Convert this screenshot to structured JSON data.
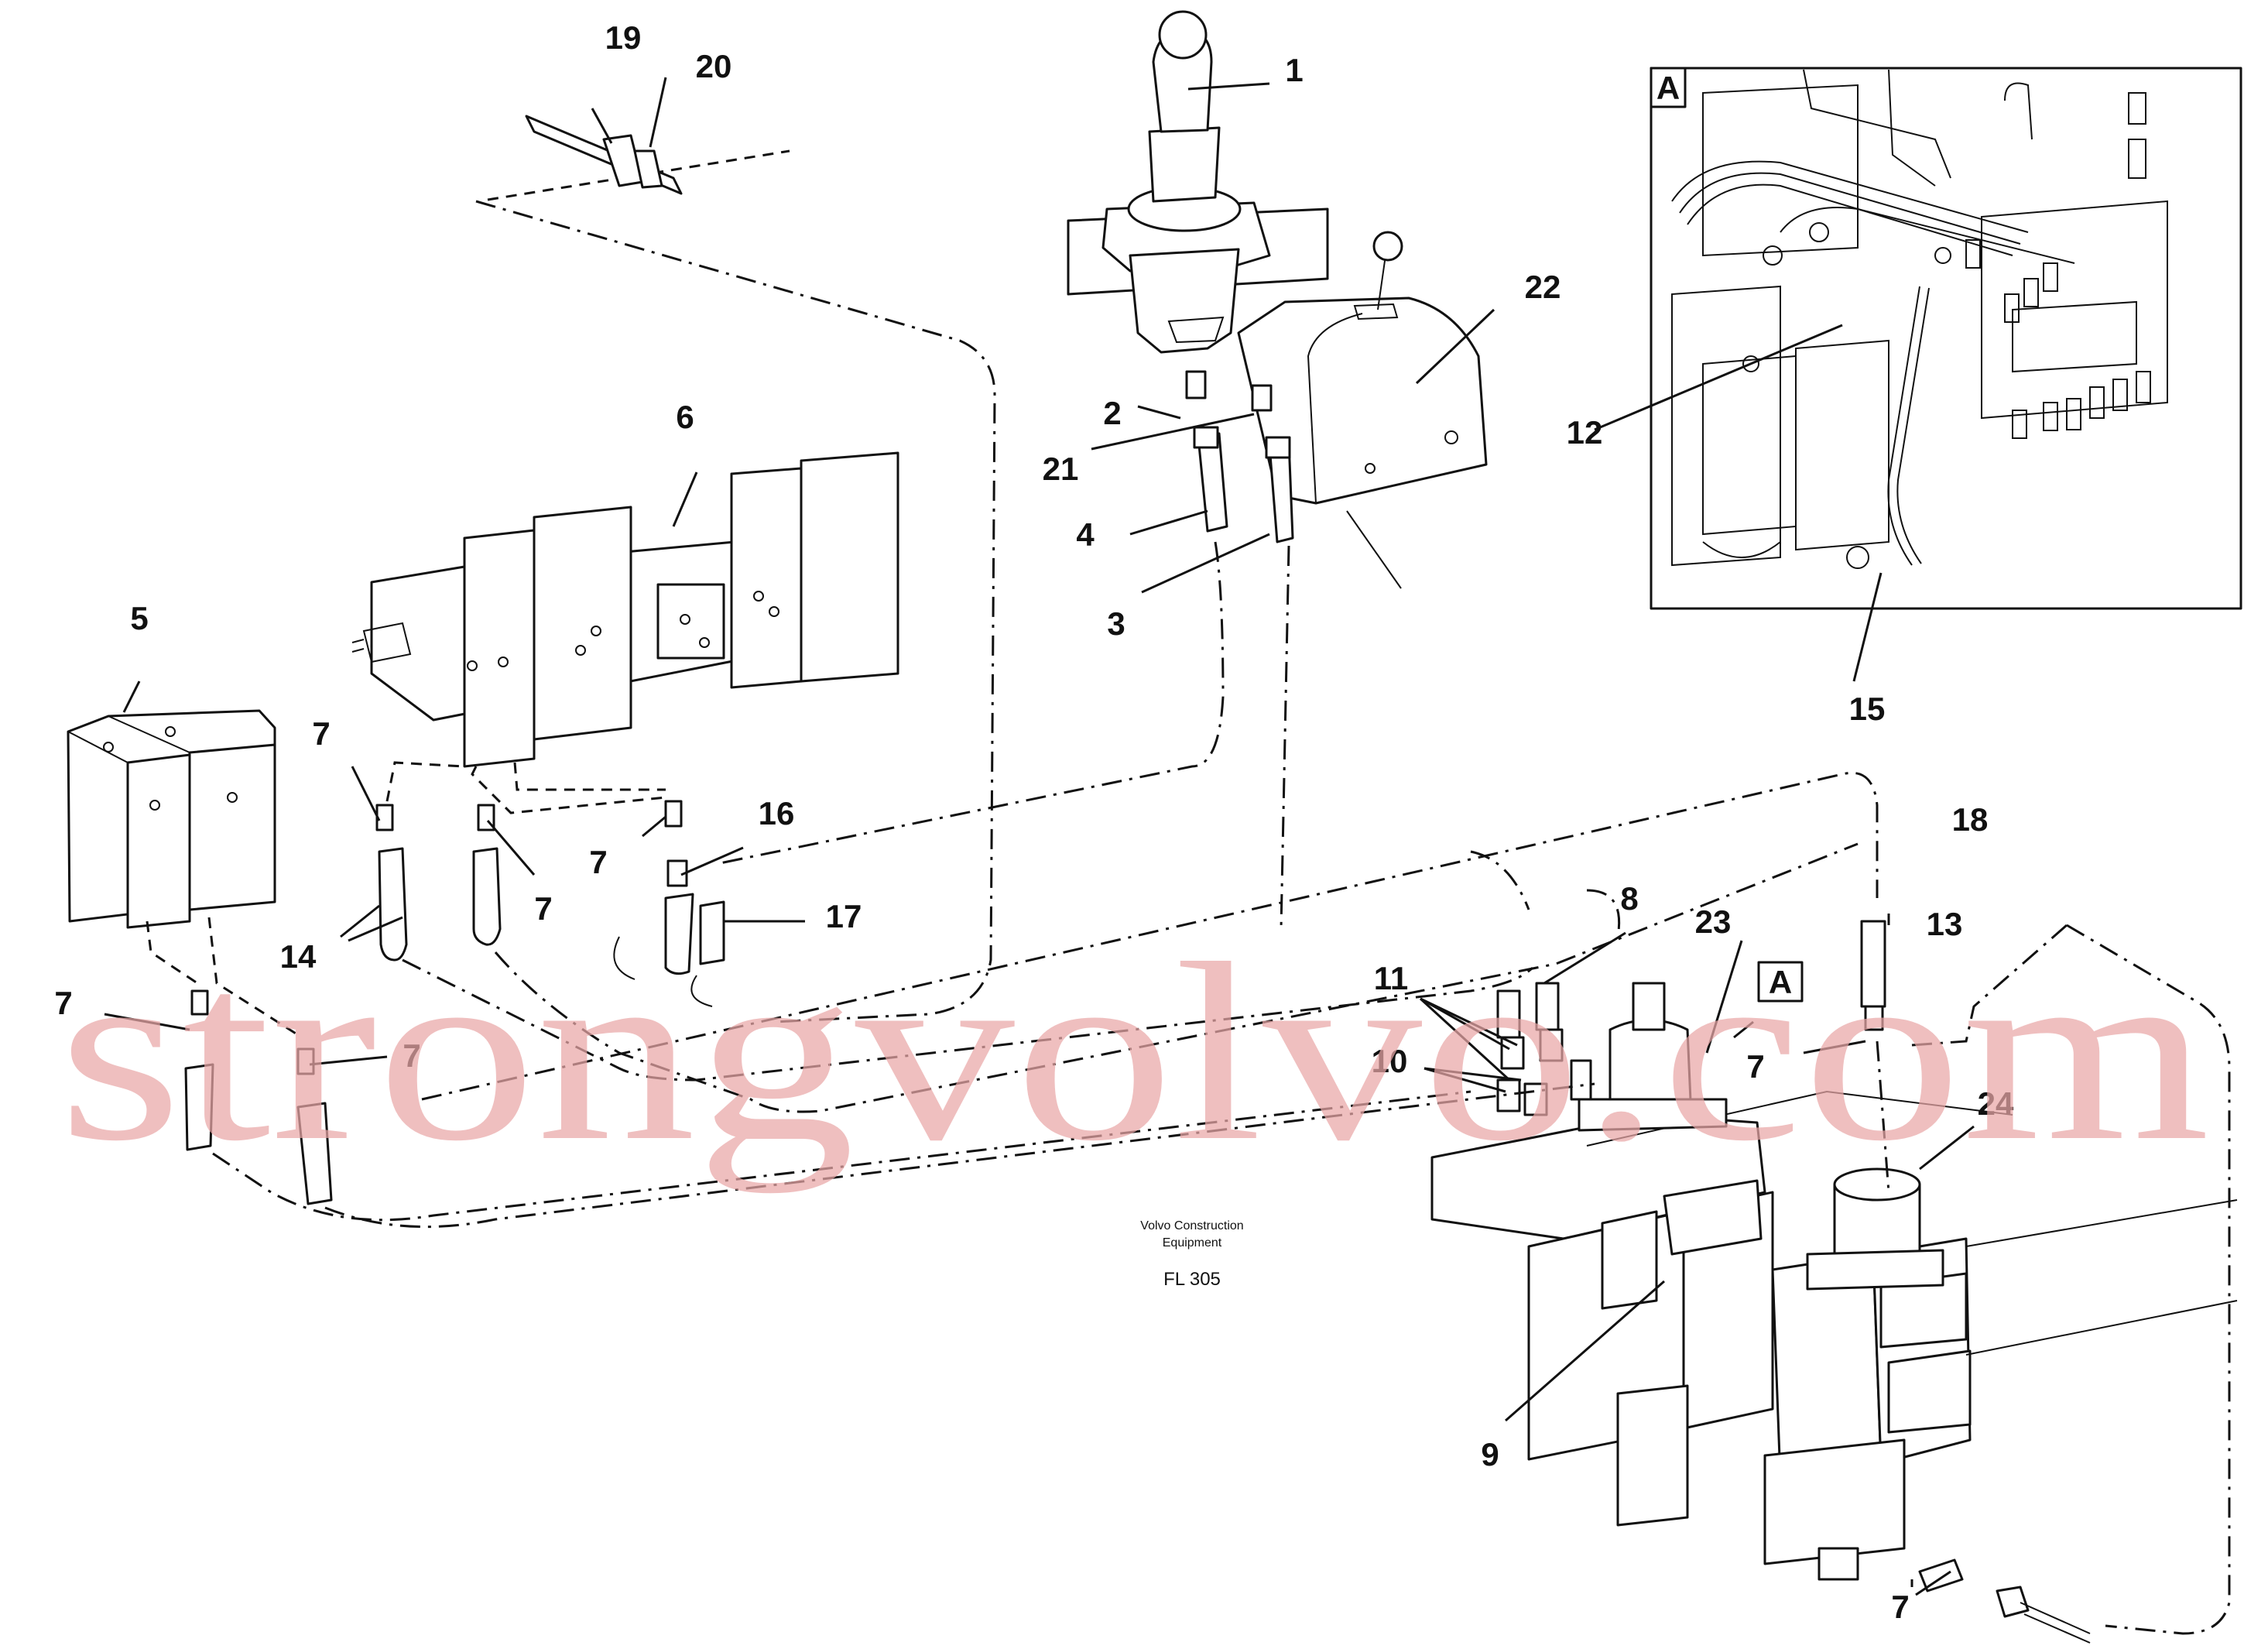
{
  "diagram": {
    "callouts": [
      "1",
      "2",
      "3",
      "4",
      "5",
      "6",
      "7",
      "7",
      "7",
      "7",
      "7",
      "7",
      "7",
      "7",
      "8",
      "9",
      "10",
      "11",
      "12",
      "13",
      "14",
      "15",
      "16",
      "17",
      "18",
      "19",
      "20",
      "21",
      "22",
      "23",
      "24"
    ],
    "detail_label": "A",
    "detail_ref_label": "A",
    "caption_line1": "Volvo Construction",
    "caption_line2": "Equipment",
    "caption_code": "FL 305"
  },
  "watermark": "strongvolvo.com",
  "colors": {
    "line": "#111111",
    "watermark": "#e9a7a7",
    "background": "#ffffff"
  }
}
